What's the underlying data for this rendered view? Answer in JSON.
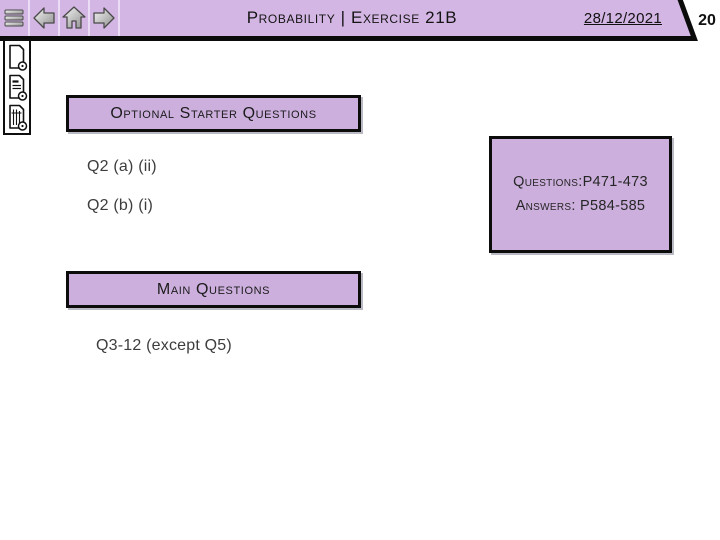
{
  "toolbar": {
    "title": "Probability | Exercise 21B",
    "date": "28/12/2021",
    "page_number": "20",
    "icons": [
      "menu-icon",
      "back-icon",
      "home-icon",
      "forward-icon"
    ]
  },
  "sidebar": {
    "icons": [
      "blank-page-icon",
      "text-page-icon",
      "grid-page-icon"
    ]
  },
  "content": {
    "starter_heading": "Optional Starter Questions",
    "starter_items": [
      "Q2 (a) (ii)",
      "Q2 (b) (i)"
    ],
    "reference_box": {
      "line1": "Questions:P471-473",
      "line2": "Answers: P584-585"
    },
    "main_heading": "Main Questions",
    "main_items": [
      "Q3-12 (except Q5)"
    ]
  },
  "colors": {
    "bar_background": "#d3b6e3",
    "box_background": "#ccafdd",
    "border": "#0c0c0c",
    "corner_background": "#ffffff"
  }
}
